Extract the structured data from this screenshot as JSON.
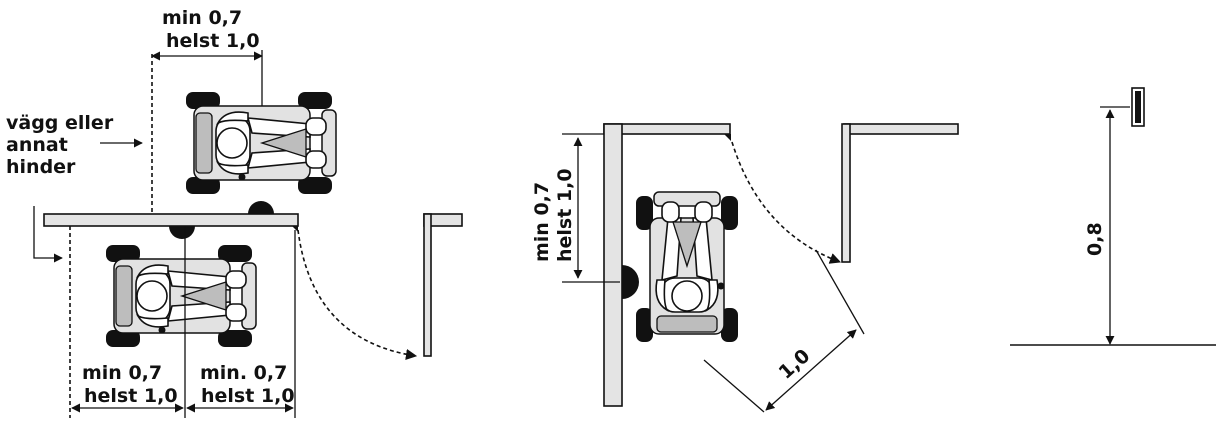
{
  "figure1": {
    "top_dim": [
      "min 0,7",
      "helst 1,0"
    ],
    "wall_note": [
      "vägg eller",
      "annat",
      "hinder"
    ],
    "bottom_left_dim": [
      "min 0,7",
      "helst 1,0"
    ],
    "bottom_right_dim": [
      "min. 0,7",
      "helst 1,0"
    ]
  },
  "figure2": {
    "side_dim": [
      "min 0,7",
      "helst 1,0"
    ],
    "diag_dim": "1,0"
  },
  "figure3": {
    "height_dim": "0,8"
  }
}
